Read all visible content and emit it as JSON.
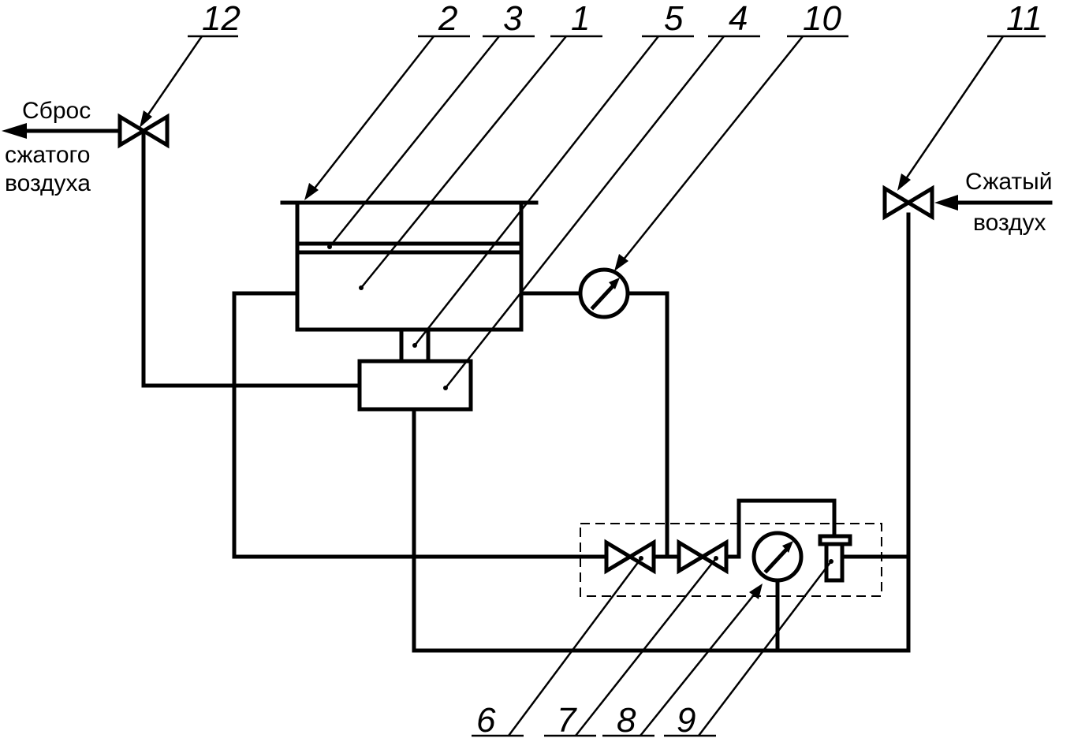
{
  "labels": {
    "n1": "1",
    "n2": "2",
    "n3": "3",
    "n4": "4",
    "n5": "5",
    "n6": "6",
    "n7": "7",
    "n8": "8",
    "n9": "9",
    "n10": "10",
    "n11": "11",
    "n12": "12"
  },
  "texts": {
    "release_line1": "Сброс",
    "release_line2": "сжатого",
    "release_line3": "воздуха",
    "supply_line1": "Сжатый",
    "supply_line2": "воздух"
  },
  "colors": {
    "line": "#000000",
    "background": "#ffffff"
  }
}
